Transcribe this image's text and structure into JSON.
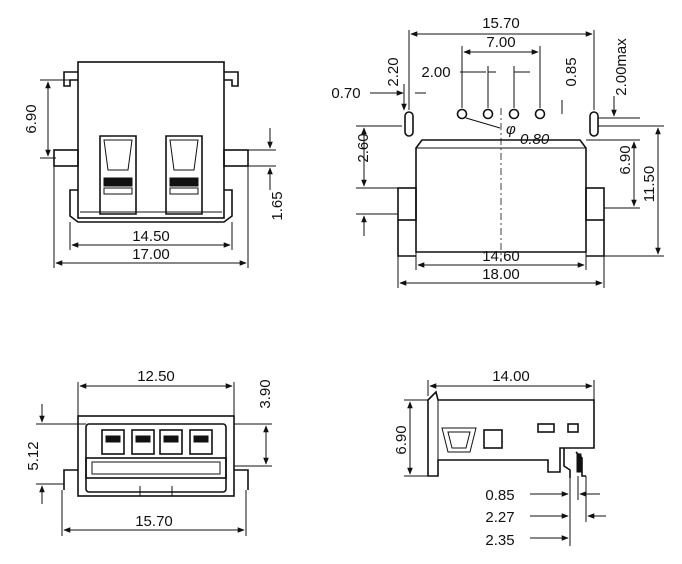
{
  "front_view": {
    "height_690": "6.90",
    "inner_1450": "14.50",
    "outer_1700": "17.00",
    "lead_165": "1.65"
  },
  "top_view": {
    "width_1570": "15.70",
    "pitch_700": "7.00",
    "pitch_200": "2.00",
    "lead_085": "0.85",
    "lead_200max": "2.00max",
    "lead_220": "2.20",
    "lead_070": "0.70",
    "phi_symbol": "φ",
    "hole_080": "0.80",
    "offset_260": "2.60",
    "height_690": "6.90",
    "height_1150": "11.50",
    "inner_1460": "14.60",
    "outer_1800": "18.00"
  },
  "port_view": {
    "width_1250": "12.50",
    "height_390": "3.90",
    "height_512": "5.12",
    "width_1570": "15.70"
  },
  "side_view": {
    "length_1400": "14.00",
    "height_690": "6.90",
    "lead_085": "0.85",
    "lead_227": "2.27",
    "lead_235": "2.35"
  },
  "colors": {
    "ink": "#111111",
    "paper": "#ffffff"
  }
}
